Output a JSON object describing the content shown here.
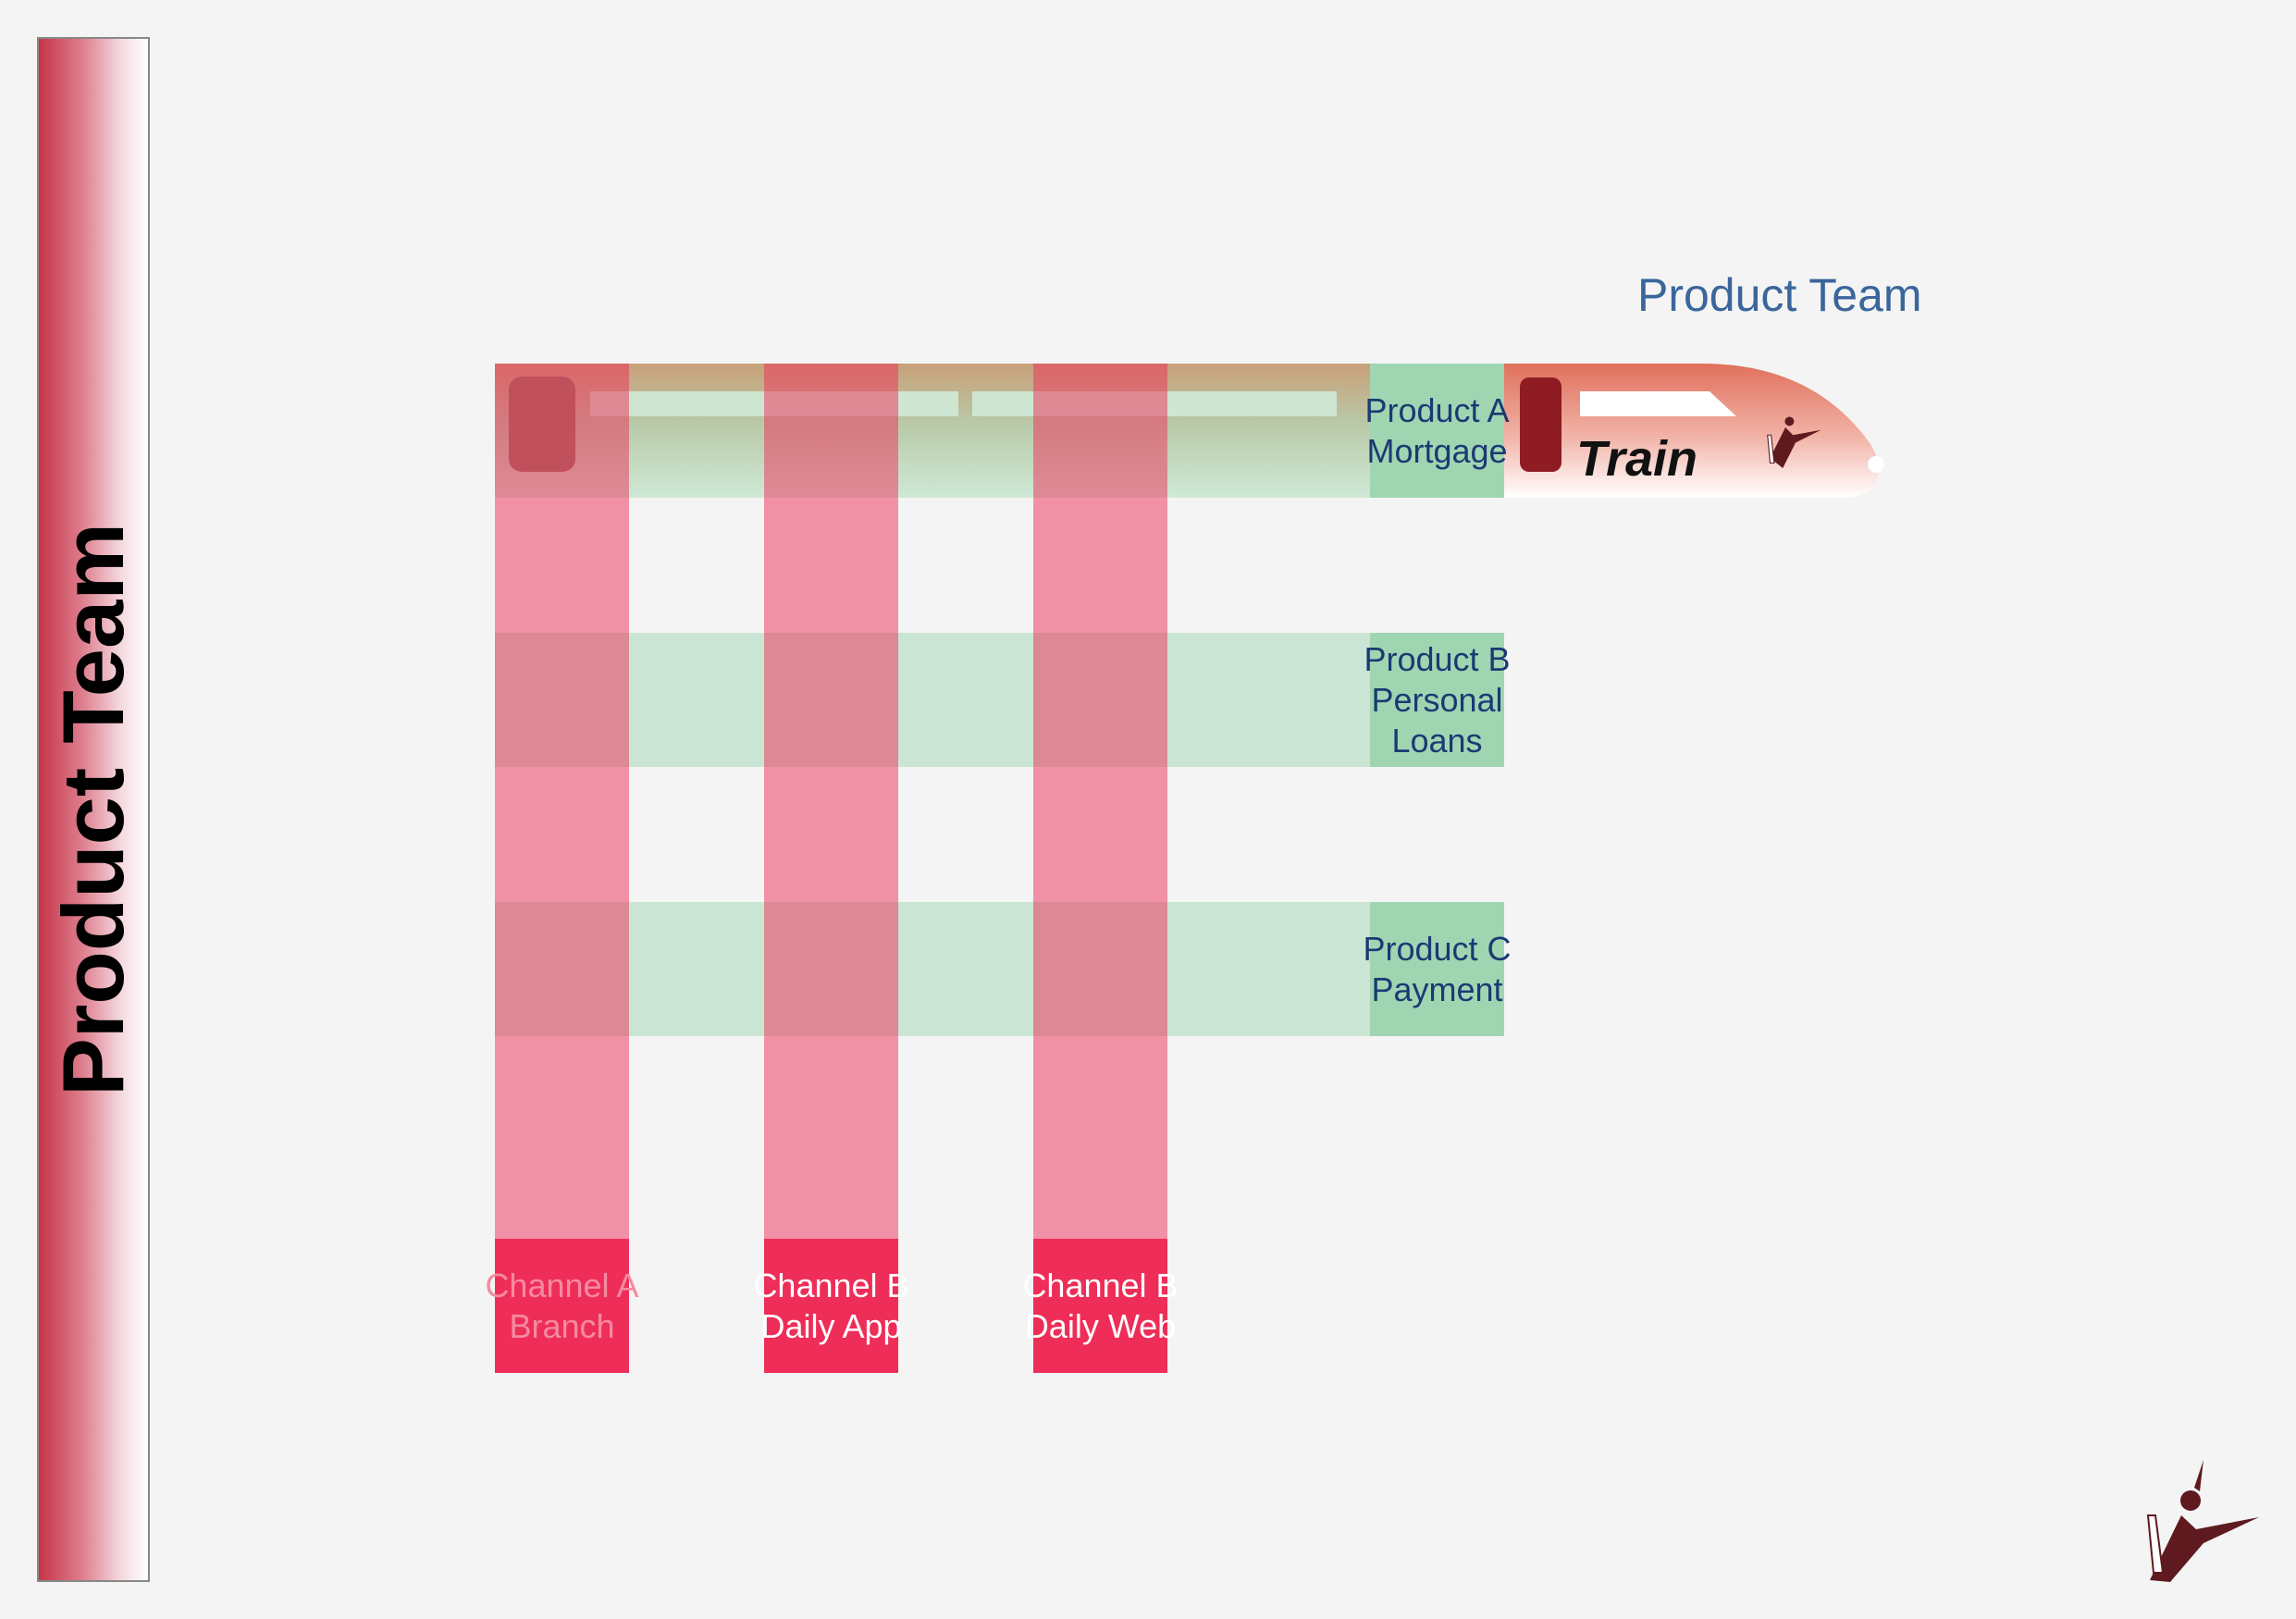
{
  "sidebar": {
    "title": "Product Team"
  },
  "diagram": {
    "heading": "Product Team",
    "train_label": "Train",
    "products": [
      {
        "line1": "Product A",
        "line2": "Mortgage",
        "line3": ""
      },
      {
        "line1": "Product B",
        "line2": "Personal",
        "line3": "Loans"
      },
      {
        "line1": "Product C",
        "line2": "Payment",
        "line3": ""
      }
    ],
    "channels": [
      {
        "line1": "Channel A",
        "line2": "Branch"
      },
      {
        "line1": "Channel B",
        "line2": "Daily App"
      },
      {
        "line1": "Channel B",
        "line2": "Daily Web"
      }
    ]
  },
  "colors": {
    "channel_strip": "#ee2e58",
    "channel_label_bg": "#ee2e58",
    "product_strip": "#a0d5b2",
    "product_label_bg": "#a0d5b2",
    "product_label_text": "#1b3a73",
    "heading_text": "#3b669c",
    "train_nose": "#e0705c"
  },
  "icons": {
    "logo": "leaping-figure-logo"
  }
}
